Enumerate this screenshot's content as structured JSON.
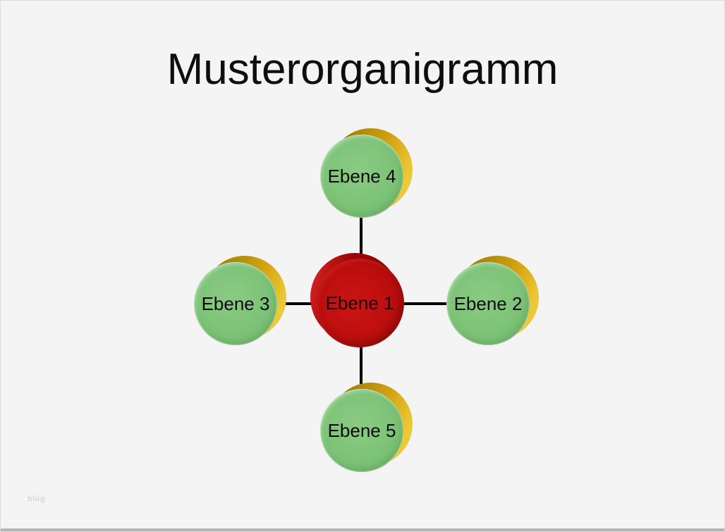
{
  "title": "Musterorganigramm",
  "watermark": "blog",
  "colors": {
    "background": "#f4f4f4",
    "node_green": "#7cc377",
    "node_gold_back": "#d3a413",
    "node_red": "#bc0e0e",
    "node_red_back": "#8c0404",
    "connector_line": "#000000",
    "title_text": "#0e0e0e",
    "node_text": "#0c0c0c"
  },
  "diagram": {
    "type": "radial-org-chart",
    "center": {
      "id": "ebene-1",
      "label": "Ebene 1",
      "shape": "circle",
      "color": "red"
    },
    "satellites": [
      {
        "id": "ebene-4",
        "label": "Ebene 4",
        "position": "top",
        "shape": "circle",
        "color": "green"
      },
      {
        "id": "ebene-2",
        "label": "Ebene 2",
        "position": "right",
        "shape": "circle",
        "color": "green"
      },
      {
        "id": "ebene-5",
        "label": "Ebene 5",
        "position": "bottom",
        "shape": "circle",
        "color": "green"
      },
      {
        "id": "ebene-3",
        "label": "Ebene 3",
        "position": "left",
        "shape": "circle",
        "color": "green"
      }
    ],
    "connectors": [
      {
        "from": "ebene-1",
        "to": "ebene-4"
      },
      {
        "from": "ebene-1",
        "to": "ebene-2"
      },
      {
        "from": "ebene-1",
        "to": "ebene-5"
      },
      {
        "from": "ebene-1",
        "to": "ebene-3"
      }
    ]
  }
}
